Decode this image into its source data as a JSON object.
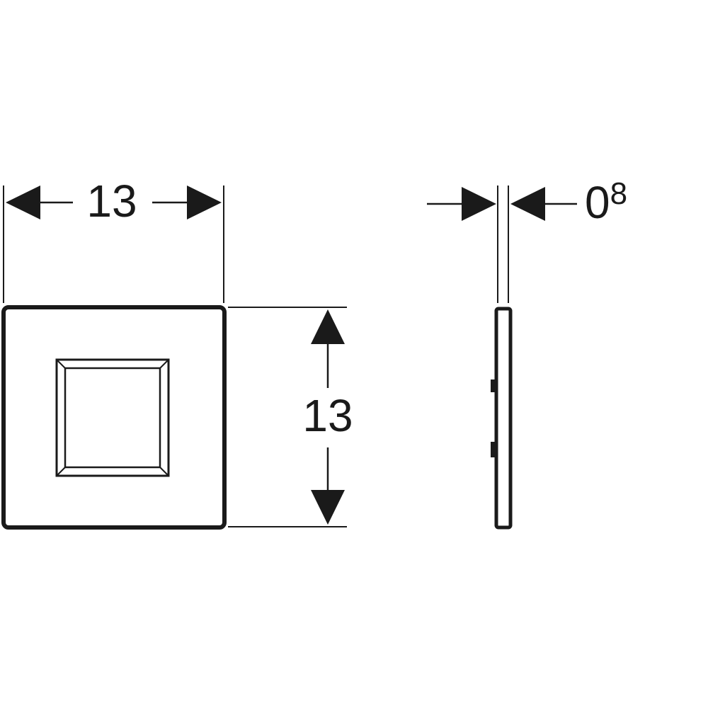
{
  "dimensions": {
    "width": {
      "value": "13"
    },
    "height": {
      "value": "13"
    },
    "thickness": {
      "value": "0",
      "superscript": "8"
    }
  },
  "colors": {
    "line": "#1a1a1a",
    "background": "#ffffff"
  }
}
